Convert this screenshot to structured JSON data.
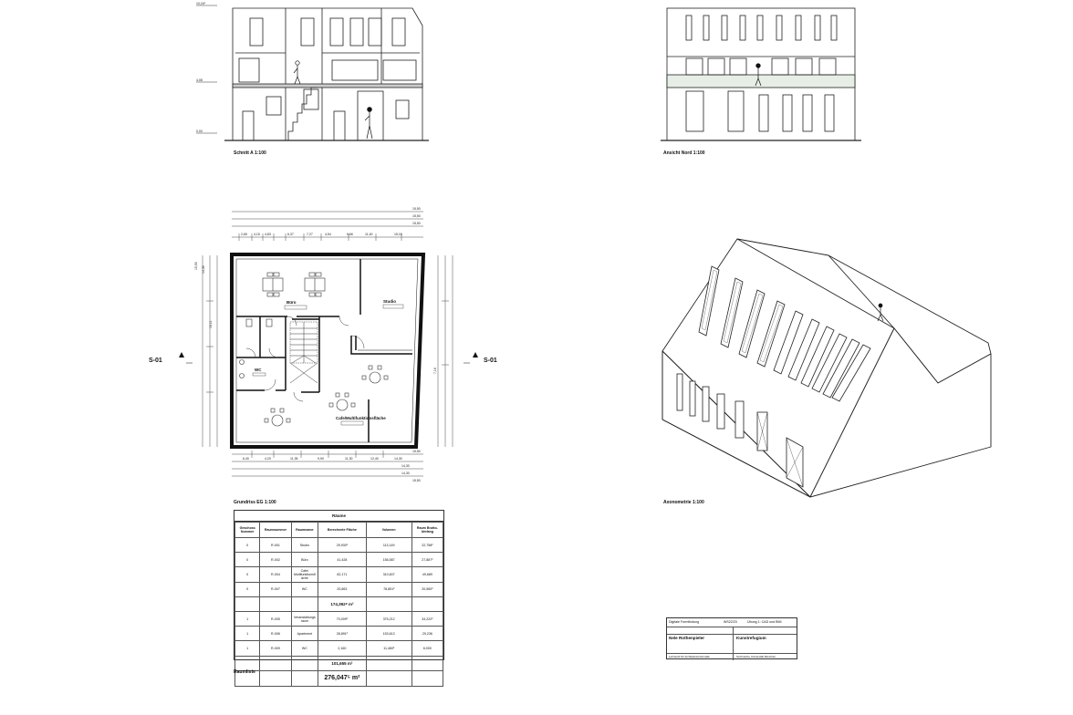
{
  "labels": {
    "schnitt": "Schnitt A 1:100",
    "ansicht": "Ansicht Nord 1:100",
    "grundriss": "Grundriss EG 1:100",
    "axonometrie": "Axonometrie 1:100",
    "raumliste": "Raumliste",
    "section_marker_left": "S-01",
    "section_marker_right": "S-01"
  },
  "section_levels": [
    "10,16⁵",
    "4,08",
    "0,00"
  ],
  "floorplan_rooms": {
    "buero": "Büro",
    "studio": "Studio",
    "wc": "WC",
    "cafe": "Cafe/Multifunktionsfläche"
  },
  "dimensions": {
    "top": [
      "15,50",
      "15,50",
      "15,50"
    ],
    "top_chain": [
      "2,65",
      "4,15",
      "4,83",
      "6,37",
      "7,27",
      "4,54",
      "9,66",
      "11,40",
      "15,10"
    ],
    "bottom": [
      "15,50",
      "14,30",
      "14,30",
      "15,50"
    ],
    "bottom_chain": [
      "6,40",
      "4,20",
      "11,35",
      "9,90",
      "11,30",
      "12,40",
      "14,30"
    ],
    "side": [
      "15,50",
      "14,30",
      "7,16",
      "10,11"
    ]
  },
  "room_table": {
    "title": "Räume",
    "headers": [
      "Geschoss Nummer",
      "Raumnummer",
      "Raumname",
      "Berechnete Fläche",
      "Volumen",
      "Raum Brutto-Umfang"
    ],
    "rows_eg": [
      [
        "0",
        "R-001",
        "Studio",
        "29,930²",
        "113,149",
        "22,758²"
      ],
      [
        "0",
        "R-002",
        "Büro",
        "41,428",
        "156,587",
        "27,887²"
      ],
      [
        "0",
        "R-004",
        "Cafe/ Multifunktionsfl äche",
        "82,171",
        "310,607",
        "49,689"
      ],
      [
        "0",
        "R-007",
        "WC",
        "20,863",
        "78,851²",
        "20,560²"
      ]
    ],
    "subtotal_eg": "174,392⁸ m²",
    "rows_og": [
      [
        "1",
        "R-005",
        "Veranstaltungs raum",
        "70,009²",
        "375,212",
        "34,222²"
      ],
      [
        "1",
        "R-006",
        "Apartment",
        "28,891²",
        "153,613",
        "29,236"
      ],
      [
        "1",
        "R-009",
        "WC",
        "2,160",
        "11,460²",
        "6,000"
      ]
    ],
    "subtotal_og": "101,655 m²",
    "total": "276,047⁵ m²"
  },
  "title_block": {
    "course": "Digitale Formfindung",
    "semester": "WS22/23",
    "exercise": "Übung 1: CAD und BIM",
    "student": "Nele Rothenpieler",
    "project": "Kunstrefugium",
    "chair": "Lehrstuhl für Architekturinformatik",
    "university": "Technische Universität München"
  }
}
